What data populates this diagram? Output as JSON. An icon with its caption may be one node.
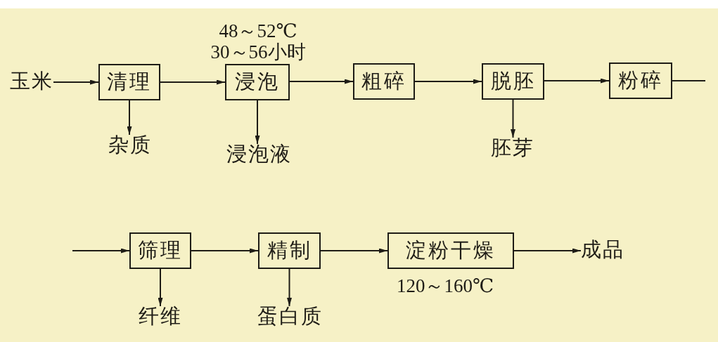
{
  "diagram": {
    "nodes": [
      {
        "text": [
          "玉米"
        ]
      },
      {
        "text": [
          "清理"
        ]
      },
      {
        "text": [
          "杂质"
        ]
      },
      {
        "text": [
          "浸泡"
        ],
        "beside": [
          "48～52℃",
          "30～56小时"
        ]
      },
      {
        "text": [
          "浸泡液"
        ]
      },
      {
        "text": [
          "粗碎"
        ]
      },
      {
        "text": [
          "脱胚"
        ]
      },
      {
        "text": [
          "胚芽"
        ]
      },
      {
        "text": [
          "粉碎"
        ]
      },
      {
        "text": [
          "筛理"
        ]
      },
      {
        "text": [
          "纤维"
        ]
      },
      {
        "text": [
          "精制"
        ]
      },
      {
        "text": [
          "蛋白质"
        ]
      },
      {
        "text": [
          "淀粉干燥"
        ],
        "beside": [
          "120～160℃"
        ]
      },
      {
        "text": [
          "成品"
        ]
      }
    ],
    "edges": [
      {
        "from": 0,
        "to": 1,
        "arrow": "to"
      },
      {
        "from": 1,
        "to": 2,
        "arrow": "to"
      },
      {
        "from": 1,
        "to": 3,
        "arrow": "to"
      },
      {
        "from": 3,
        "to": 4,
        "arrow": "to"
      },
      {
        "from": 3,
        "to": 5,
        "arrow": "to"
      },
      {
        "from": 5,
        "to": 6,
        "arrow": "to"
      },
      {
        "from": 6,
        "to": 7,
        "arrow": "to"
      },
      {
        "from": 6,
        "to": 8,
        "arrow": "to"
      },
      {
        "from": 8,
        "to": null,
        "arrow": "none"
      },
      {
        "from": null,
        "to": 9,
        "arrow": "to"
      },
      {
        "from": 9,
        "to": 10,
        "arrow": "to"
      },
      {
        "from": 9,
        "to": 11,
        "arrow": "to"
      },
      {
        "from": 11,
        "to": 12,
        "arrow": "to"
      },
      {
        "from": 11,
        "to": 13,
        "arrow": "to"
      },
      {
        "from": 13,
        "to": 14,
        "arrow": "to"
      }
    ]
  }
}
